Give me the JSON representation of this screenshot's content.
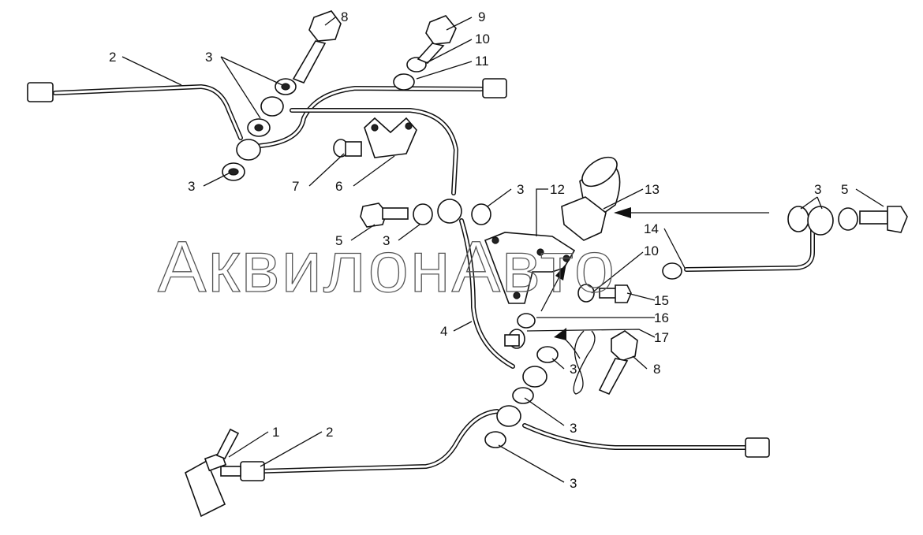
{
  "watermark": "АквилонАвто",
  "labels": {
    "l8a": "8",
    "l9": "9",
    "l10a": "10",
    "l11": "11",
    "l2a": "2",
    "l3a": "3",
    "l3b": "3",
    "l7": "7",
    "l6": "6",
    "l3c": "3",
    "l12": "12",
    "l13": "13",
    "l3d": "3",
    "l5a": "5",
    "l5b": "5",
    "l3e": "3",
    "l14": "14",
    "l10b": "10",
    "l15": "15",
    "l16": "16",
    "l17": "17",
    "l4": "4",
    "l3f": "3",
    "l8b": "8",
    "l3g": "3",
    "l1": "1",
    "l2b": "2",
    "l3h": "3"
  }
}
